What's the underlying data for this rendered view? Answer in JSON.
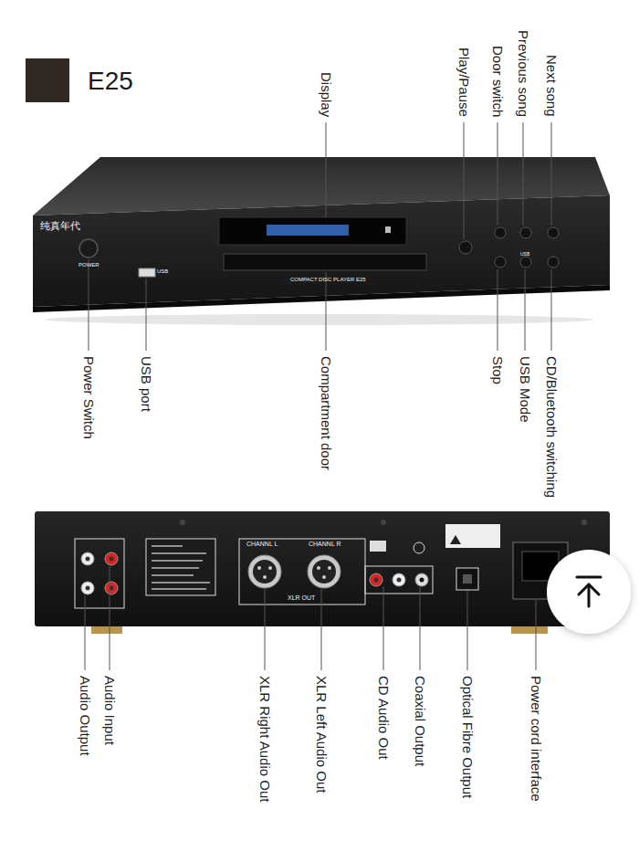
{
  "diagram": {
    "labels": [
      "Display",
      "Play/Pause",
      "Door switch",
      "Previous song",
      "Next song",
      "Power Switch",
      "USB port",
      "Compartment door",
      "Stop",
      "USB Mode",
      "CD/Bluetooth switching",
      "Audio Output",
      "Audio Input",
      "XLR Right Audio Out",
      "XLR Left Audio Out",
      "CD Audio Out",
      "Coaxial Output",
      "Optical Fibre Output",
      "Power cord interface",
      "纯真年代",
      "POWER",
      "USB",
      "COMPACT DISC PLAYER E25",
      "CHANNL L",
      "CHANNL R",
      "XLR OUT",
      "USB"
    ],
    "legend": [
      {
        "text": "E25",
        "color": "#2f2823"
      }
    ]
  }
}
